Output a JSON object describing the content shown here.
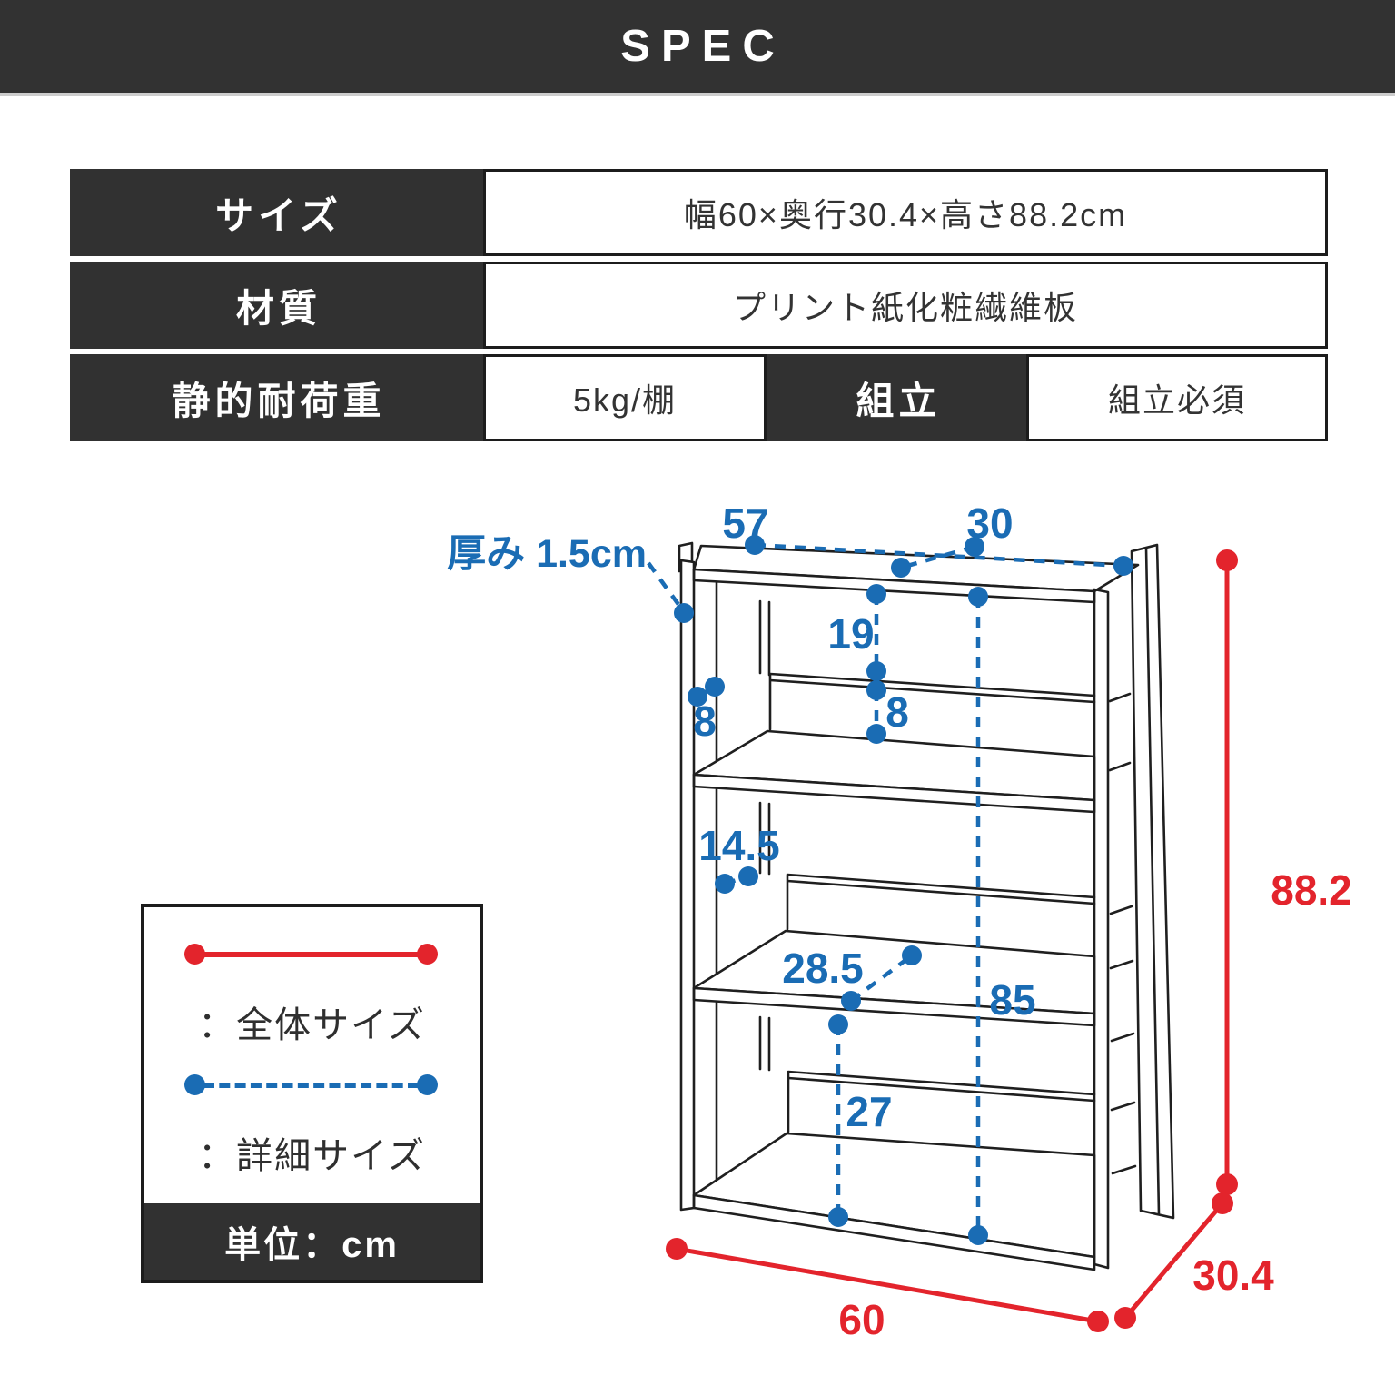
{
  "header": {
    "title": "SPEC"
  },
  "spec_table": {
    "rows": [
      {
        "label": "サイズ",
        "value": "幅60×奥行30.4×高さ88.2cm"
      },
      {
        "label": "材質",
        "value": "プリント紙化粧繊維板"
      },
      {
        "label": "静的耐荷重",
        "value": "5kg/棚",
        "label2": "組立",
        "value2": "組立必須"
      }
    ]
  },
  "diagram": {
    "thickness_label": "厚み 1.5cm",
    "detail_color": "#1a6cb4",
    "overall_color": "#e3242c",
    "detail_dims": {
      "inner_width": "57",
      "top_depth": "30",
      "top_clearance": "19",
      "backstop_height": "8",
      "panel_depth": "8",
      "rung_width": "14.5",
      "shelf_depth": "28.5",
      "bottom_clearance": "27",
      "inner_height": "85"
    },
    "overall_dims": {
      "height": "88.2",
      "depth": "30.4",
      "width": "60"
    }
  },
  "legend": {
    "overall_label": "：全体サイズ",
    "detail_label": "：詳細サイズ",
    "unit_label": "単位：cm"
  }
}
